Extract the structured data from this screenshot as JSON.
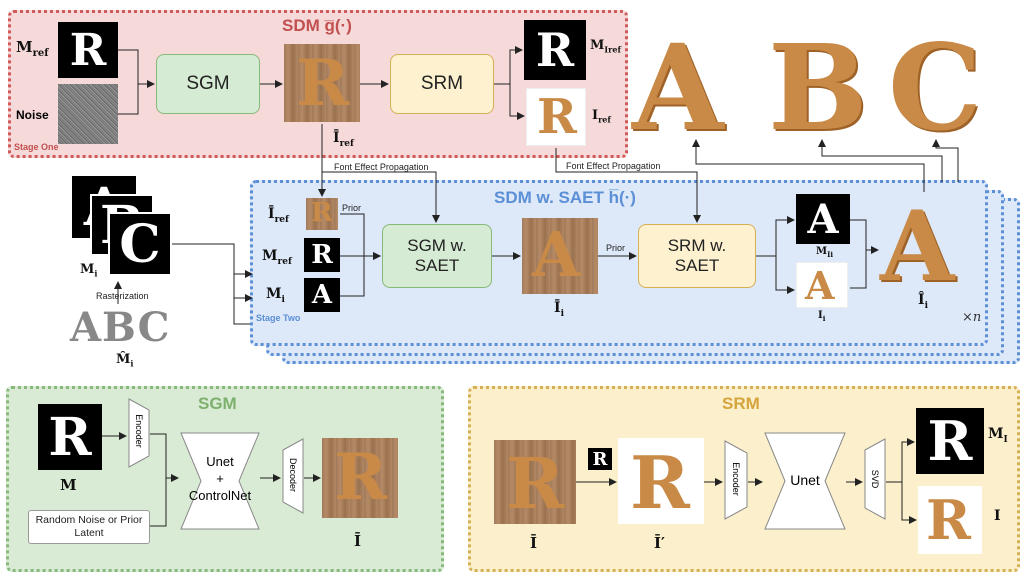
{
  "stage_one": {
    "title": "SDM g̅(·)",
    "caption": "Stage One",
    "input_mask_label": "M",
    "input_mask_sub": "ref",
    "noise_label": "Noise",
    "sgm_label": "SGM",
    "srm_label": "SRM",
    "out_mask_label": "M",
    "out_mask_sub": "Iref",
    "out_img_label": "I",
    "out_img_sub": "ref",
    "gen_label": "Ī",
    "gen_sub": "ref",
    "glyph": "R"
  },
  "propagation": {
    "left_label": "Font Effect Propagation",
    "right_label": "Font Effect Propagation"
  },
  "stage_two": {
    "title": "SDM w. SAET h̅(·)",
    "caption": "Stage Two",
    "prior_label": "Prior",
    "prior2_label": "Prior",
    "iref_label": "Ī",
    "iref_sub": "ref",
    "mref_label": "M",
    "mref_sub": "ref",
    "mi_label": "M",
    "mi_sub": "i",
    "sgm_label": "SGM w. SAET",
    "srm_label": "SRM w. SAET",
    "gen_label": "Ī",
    "gen_sub": "i",
    "out_mask_label": "M",
    "out_mask_sub": "Ii",
    "out_img_label": "I",
    "out_img_sub": "i",
    "final_label": "Î",
    "final_sub": "i",
    "repeat_label": "×n",
    "glyph_ref": "R",
    "glyph_i": "A"
  },
  "rasterization": {
    "mask_label": "M",
    "mask_sub": "i",
    "caption": "Rasterization",
    "text": "ABC",
    "vec_label": "M̂",
    "vec_sub": "i",
    "glyphs": [
      "A",
      "B",
      "C"
    ]
  },
  "results": {
    "letters": [
      "A",
      "B",
      "C"
    ]
  },
  "sgm_detail": {
    "title": "SGM",
    "mask_label": "M",
    "encoder": "Encoder",
    "unet": "Unet\n+\nControlNet",
    "decoder": "Decoder",
    "noise_box": "Random Noise or Prior Latent",
    "out_label": "Ī",
    "glyph": "R"
  },
  "srm_detail": {
    "title": "SRM",
    "in_label": "Ī",
    "mid_label": "Ī′",
    "encoder": "Encoder",
    "unet": "Unet",
    "svd": "SVD",
    "out_mask_label": "M",
    "out_mask_sub": "I",
    "out_img_label": "I",
    "glyph": "R"
  },
  "colors": {
    "stage_one_bg": "#f6d9d9",
    "stage_one_border": "#d05a5a",
    "stage_two_bg": "#dde8f8",
    "stage_two_border": "#5b8fd6",
    "sgm_bg": "#d9ebd5",
    "sgm_border": "#86b97a",
    "srm_bg": "#fbefcc",
    "srm_border": "#d6b055",
    "module_green": "#d6ebd3",
    "module_yellow": "#fdf1cf",
    "croissant": "#c98a47",
    "croissant_dark": "#9e6228"
  }
}
